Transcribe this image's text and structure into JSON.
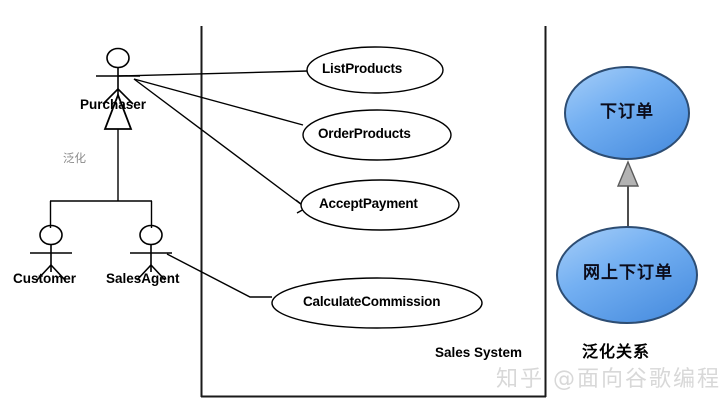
{
  "diagram": {
    "type": "uml-use-case-diagram",
    "system_boundary_label": "Sales System",
    "actors": [
      {
        "id": "purchaser",
        "label": "Purchaser"
      },
      {
        "id": "customer",
        "label": "Customer"
      },
      {
        "id": "salesagent",
        "label": "SalesAgent"
      }
    ],
    "use_cases": [
      {
        "id": "listproducts",
        "label": "ListProducts"
      },
      {
        "id": "orderproducts",
        "label": "OrderProducts"
      },
      {
        "id": "acceptpayment",
        "label": "AcceptPayment"
      },
      {
        "id": "calculatecommission",
        "label": "CalculateCommission"
      }
    ],
    "generalization_note": "泛化",
    "associations": [
      {
        "from": "purchaser",
        "to": "listproducts"
      },
      {
        "from": "purchaser",
        "to": "orderproducts"
      },
      {
        "from": "purchaser",
        "to": "acceptpayment"
      },
      {
        "from": "salesagent",
        "to": "calculatecommission"
      }
    ],
    "generalizations": [
      {
        "from": "customer",
        "to": "purchaser"
      },
      {
        "from": "salesagent",
        "to": "purchaser"
      }
    ]
  },
  "side_panel": {
    "caption": "泛化关系",
    "nodes": [
      {
        "id": "parent",
        "label": "下订单"
      },
      {
        "id": "child",
        "label": "网上下订单"
      }
    ],
    "relation": {
      "from": "child",
      "to": "parent",
      "kind": "generalization"
    }
  },
  "watermark": {
    "text": "知乎 @面向谷歌编程"
  },
  "colors": {
    "stroke": "#000000",
    "background": "#ffffff",
    "blue_fill_light": "#9fc9f7",
    "blue_fill_dark": "#4b8fe0",
    "blue_stroke": "#2d4d73",
    "arrow_fill": "#b3b3b3",
    "note_gray": "#8a8a8a",
    "watermark_gray": "#d8d8d8"
  }
}
